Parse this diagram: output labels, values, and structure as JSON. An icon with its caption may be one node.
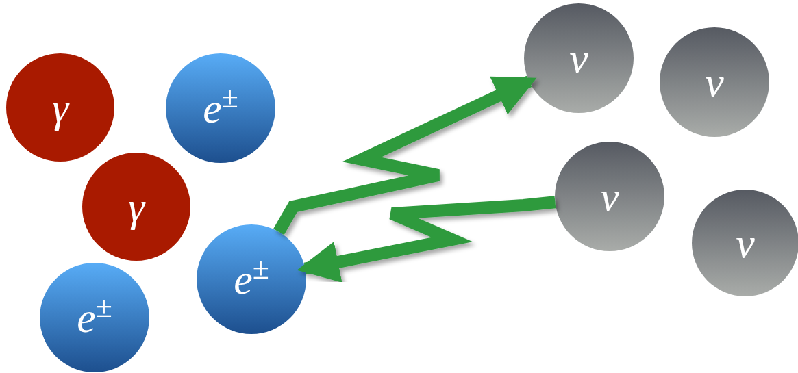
{
  "diagram": {
    "nodes": [
      {
        "text": [
          "γ"
        ]
      },
      {
        "text": [
          "e$^{±}$"
        ]
      },
      {
        "text": [
          "γ"
        ]
      },
      {
        "text": [
          "e$^{±}$"
        ]
      },
      {
        "text": [
          "e$^{±}$"
        ]
      },
      {
        "text": [
          "ν"
        ]
      },
      {
        "text": [
          "ν"
        ]
      },
      {
        "text": [
          "ν"
        ]
      },
      {
        "text": [
          "ν"
        ]
      }
    ],
    "edges": [
      {
        "from": 4,
        "to": 5,
        "arrow": "to"
      },
      {
        "from": 7,
        "to": 4,
        "arrow": "to"
      }
    ]
  }
}
